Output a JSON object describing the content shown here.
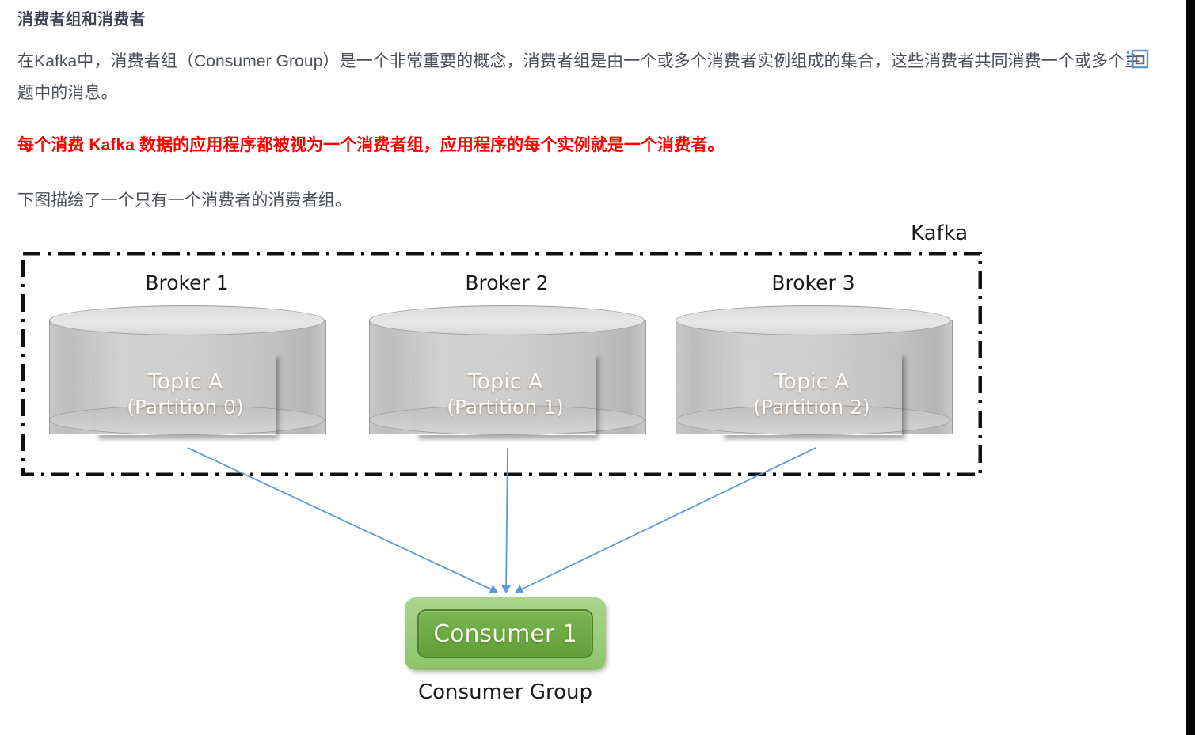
{
  "article": {
    "heading": "消费者组和消费者",
    "paragraphs": [
      "在Kafka中，消费者组（Consumer Group）是一个非常重要的概念，消费者组是由一个或多个消费者实例组成的集合，这些消费者共同消费一个或多个主题中的消息。",
      "每个消费 Kafka 数据的应用程序都被视为一个消费者组，应用程序的每个实例就是一个消费者。",
      "下图描绘了一个只有一个消费者的消费者组。"
    ]
  },
  "diagram": {
    "cluster_label": "Kafka",
    "brokers": [
      {
        "label": "Broker 1",
        "topic": "Topic A",
        "partition": "(Partition 0)"
      },
      {
        "label": "Broker 2",
        "topic": "Topic A",
        "partition": "(Partition 1)"
      },
      {
        "label": "Broker 3",
        "topic": "Topic A",
        "partition": "(Partition 2)"
      }
    ],
    "consumer": {
      "label": "Consumer 1",
      "group_caption": "Consumer Group"
    },
    "colors": {
      "topic_orange": "#ef7f25",
      "consumer_green_outer": "#9ccc7c",
      "consumer_green_inner": "#6ea943",
      "cylinder_gray": "#c9c9c9",
      "arrow_blue": "#4f90d0",
      "highlight_red": "#ff0000",
      "heading_slate": "#40454f"
    },
    "arrows": [
      {
        "from": "Broker 1",
        "to": "Consumer 1"
      },
      {
        "from": "Broker 2",
        "to": "Consumer 1"
      },
      {
        "from": "Broker 3",
        "to": "Consumer 1"
      }
    ]
  }
}
